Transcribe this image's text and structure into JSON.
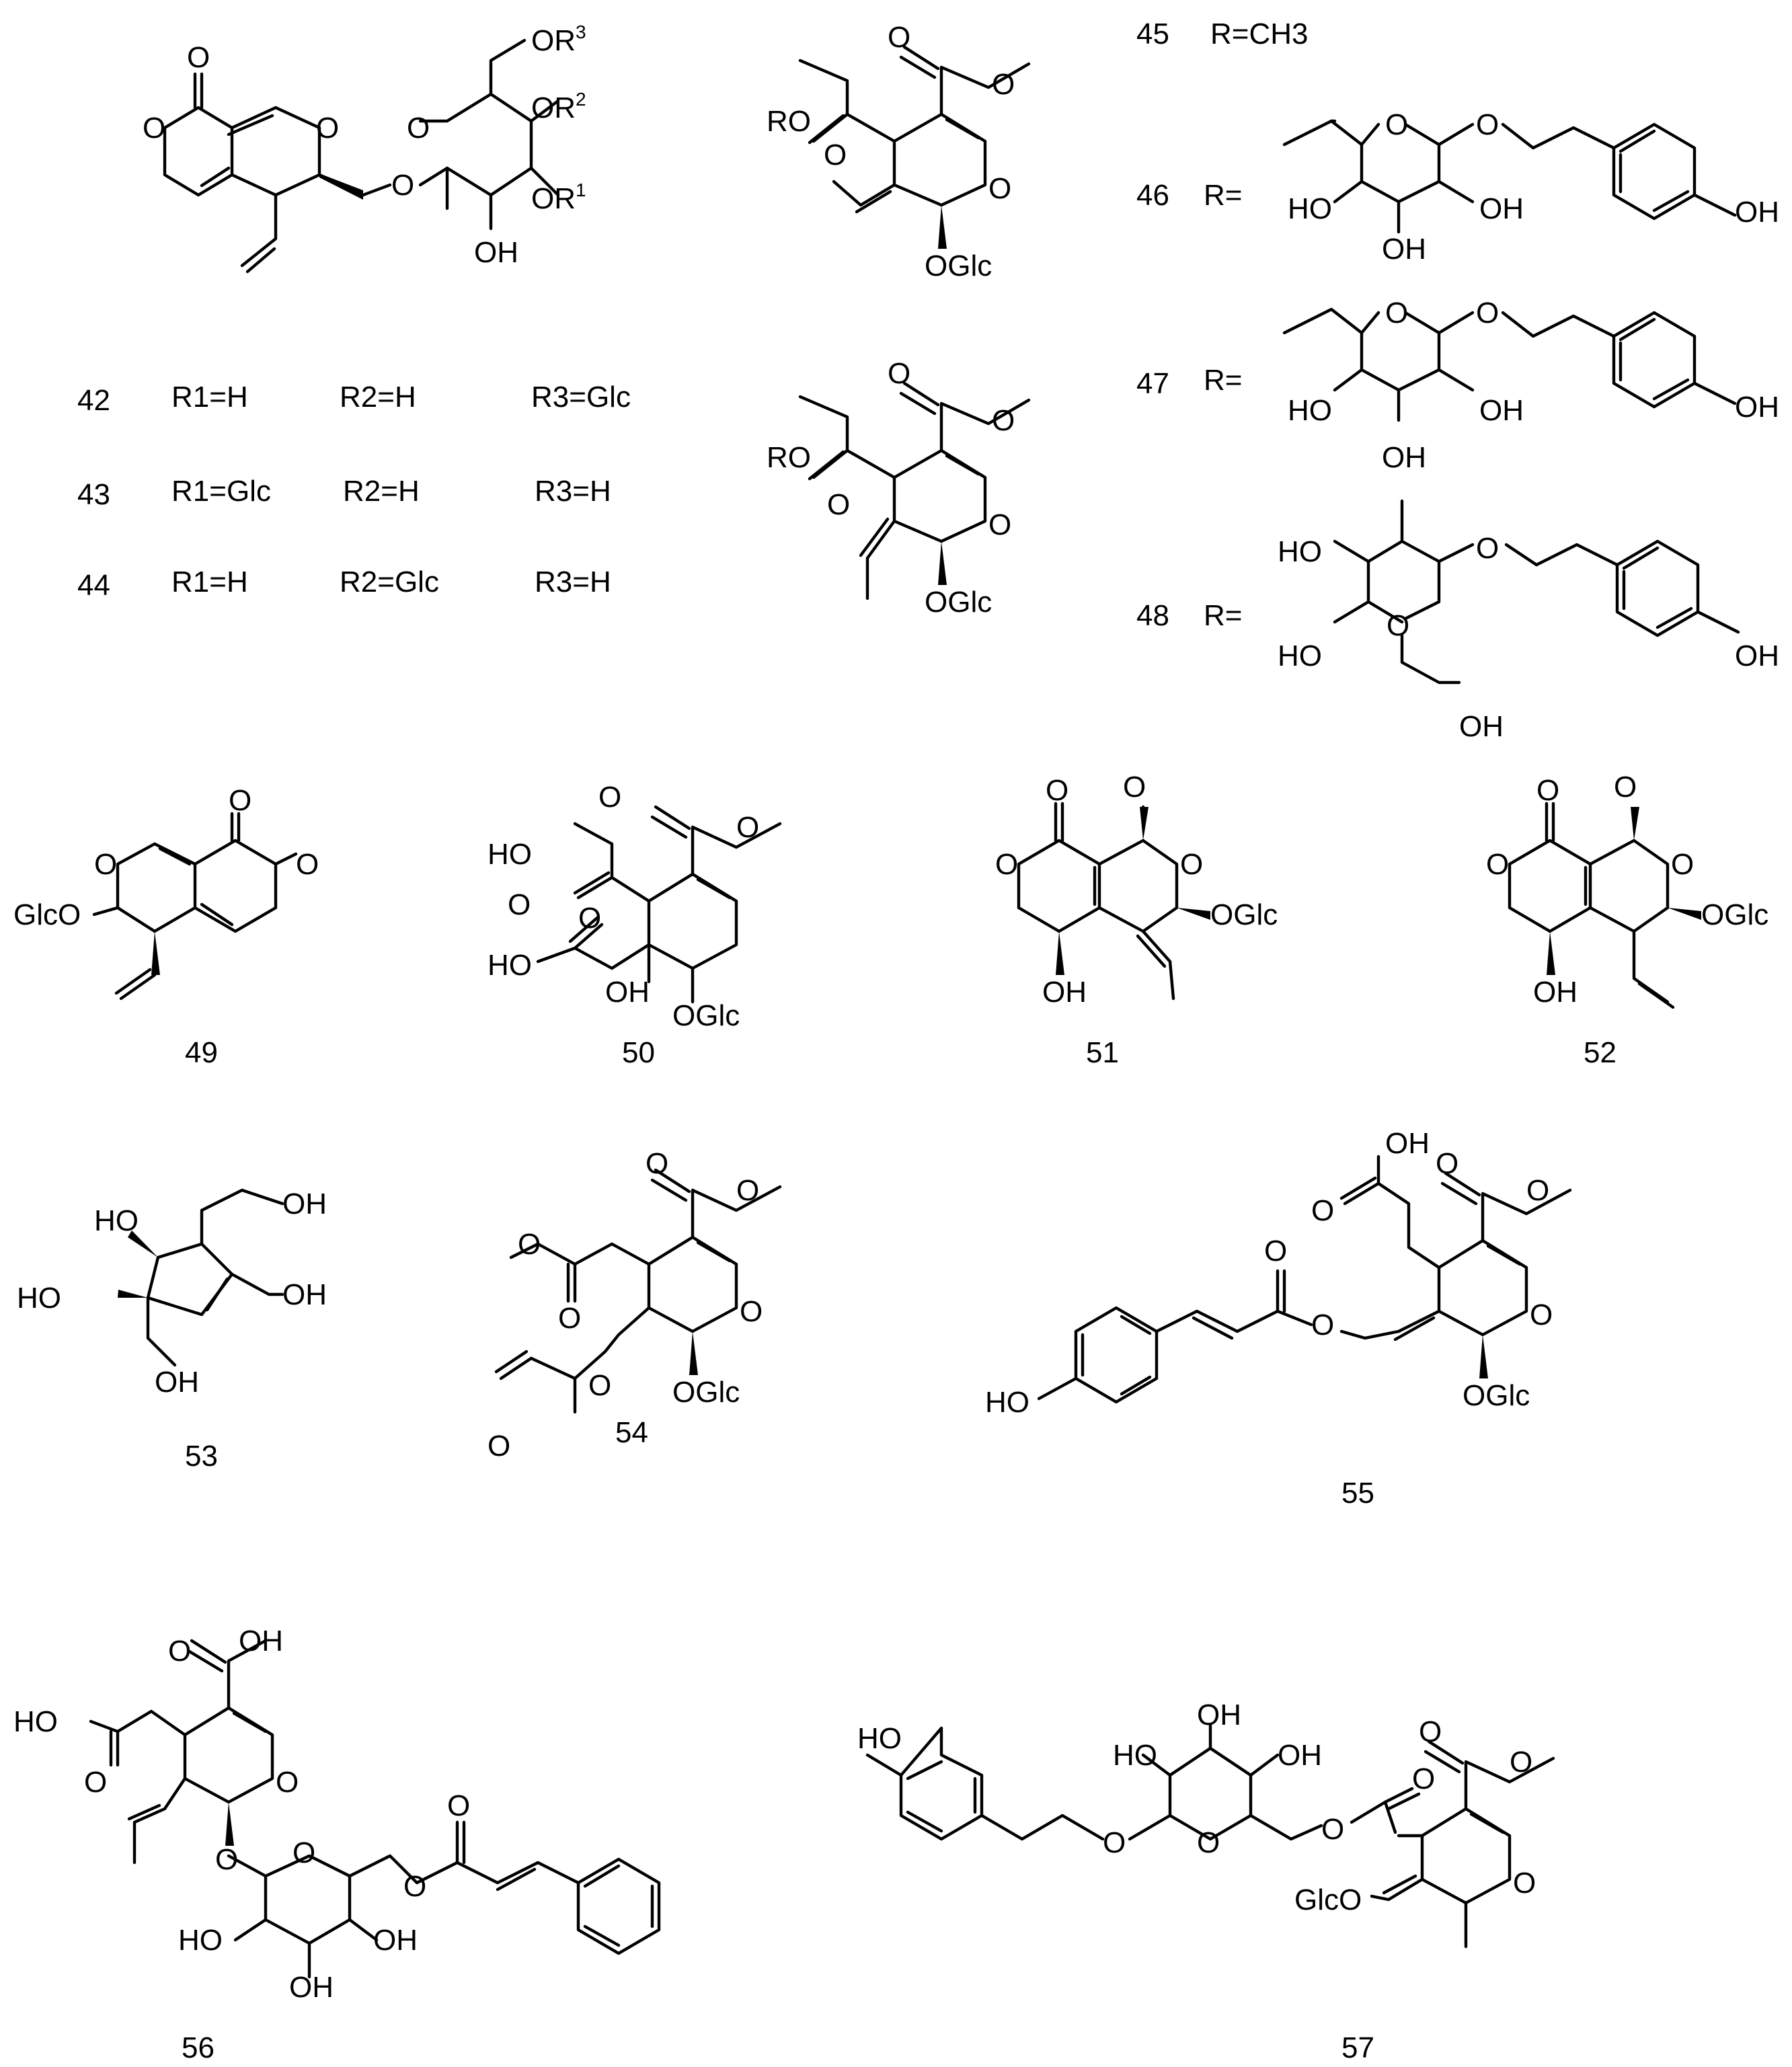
{
  "compounds": [
    {
      "id": "42",
      "r1": "R1=H",
      "r2": "R2=H",
      "r3": "R3=Glc"
    },
    {
      "id": "43",
      "r1": "R1=Glc",
      "r2": "R2=H",
      "r3": "R3=H"
    },
    {
      "id": "44",
      "r1": "R1=H",
      "r2": "R2=Glc",
      "r3": "R3=H"
    }
  ],
  "r_defs": {
    "c45": {
      "id": "45",
      "text": "R=CH3"
    },
    "c46": {
      "id": "46",
      "text": "R="
    },
    "c47": {
      "id": "47",
      "text": "R="
    },
    "c48": {
      "id": "48",
      "text": "R="
    }
  },
  "labels": {
    "c49": "49",
    "c50": "50",
    "c51": "51",
    "c52": "52",
    "c53": "53",
    "c54": "54",
    "c55": "55",
    "c56": "56",
    "c57": "57"
  },
  "atoms": {
    "O": "O",
    "OH": "OH",
    "HO": "HO",
    "RO": "RO",
    "OGlc": "OGlc",
    "GlcO": "GlcO",
    "OR1": "OR",
    "OR2": "OR",
    "OR3": "OR",
    "sup1": "1",
    "sup2": "2",
    "sup3": "3",
    "sub3": "3"
  }
}
